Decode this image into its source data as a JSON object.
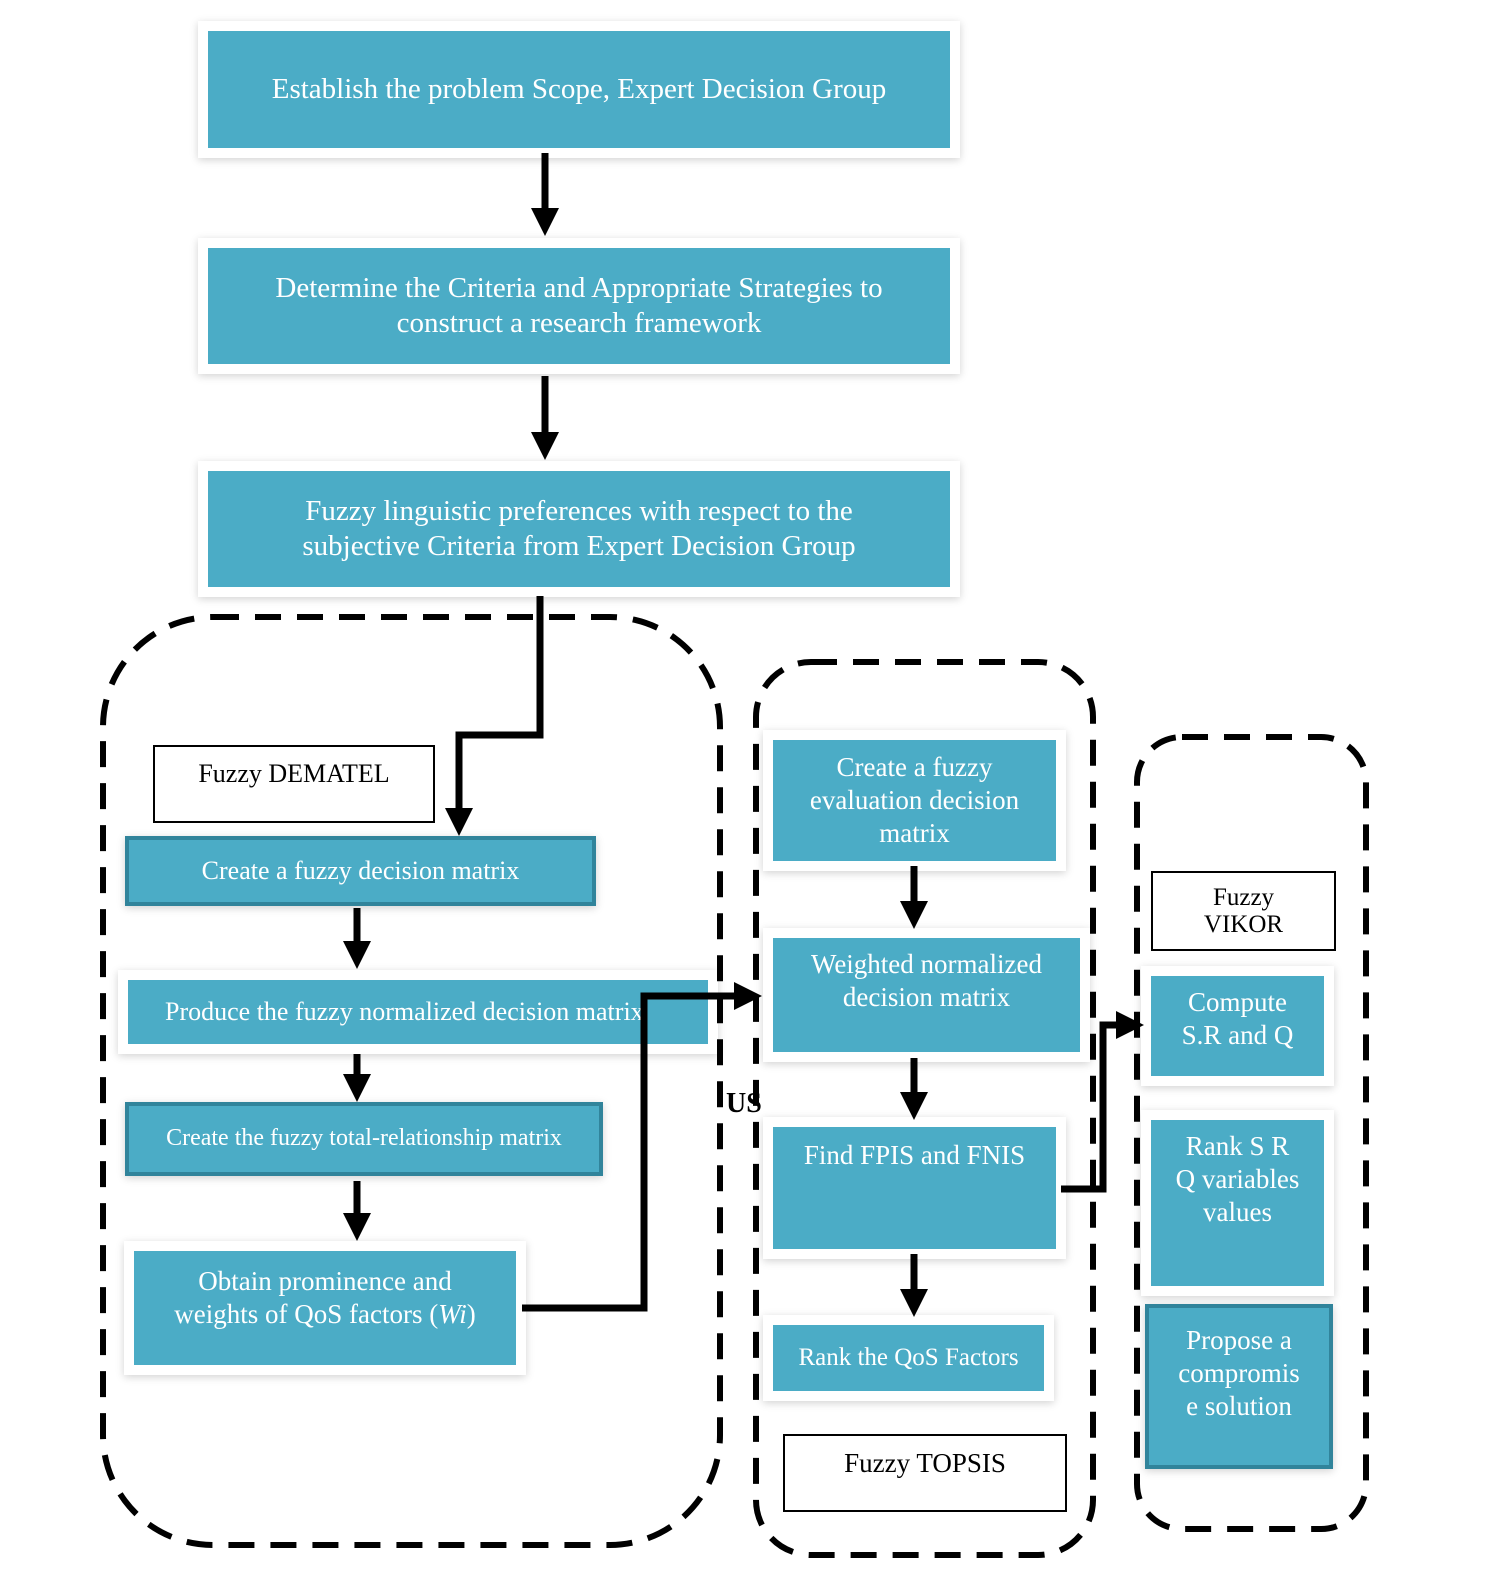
{
  "boxes": {
    "establish": "Establish the problem Scope, Expert Decision Group",
    "determine_line1": "Determine the Criteria and Appropriate Strategies to",
    "determine_line2": "construct a research framework",
    "fuzzy_pref_line1": "Fuzzy linguistic preferences with respect to the",
    "fuzzy_pref_line2": "subjective Criteria from Expert Decision Group",
    "dematel_step1": "Create a fuzzy decision matrix",
    "dematel_step2": "Produce the fuzzy normalized decision matrix",
    "dematel_step3": "Create the fuzzy total-relationship matrix",
    "dematel_step4_line1": "Obtain prominence and",
    "dematel_step4_line2_pre": "weights of QoS factors (",
    "dematel_step4_line2_var": "Wi",
    "dematel_step4_line2_post": ")",
    "topsis_step1_line1": "Create a fuzzy",
    "topsis_step1_line2": "evaluation decision",
    "topsis_step1_line3": "matrix",
    "topsis_step2_line1": "Weighted normalized",
    "topsis_step2_line2": "decision matrix",
    "topsis_step3": "Find FPIS and FNIS",
    "topsis_step4": "Rank the QoS Factors",
    "vikor_step1_line1": "Compute",
    "vikor_step1_line2": "S.R and Q",
    "vikor_step2_line1": "Rank S R",
    "vikor_step2_line2": "Q variables",
    "vikor_step2_line3": "values",
    "vikor_step3_line1": "Propose a",
    "vikor_step3_line2": "compromis",
    "vikor_step3_line3": "e solution"
  },
  "labels": {
    "dematel": "Fuzzy DEMATEL",
    "topsis": "Fuzzy TOPSIS",
    "vikor_line1": "Fuzzy",
    "vikor_line2": "VIKOR"
  },
  "stray_text": "US",
  "colors": {
    "box_fill": "#4bacc6",
    "box_border_dark": "#31849b",
    "text_light": "#ffffff",
    "arrow": "#000000"
  }
}
